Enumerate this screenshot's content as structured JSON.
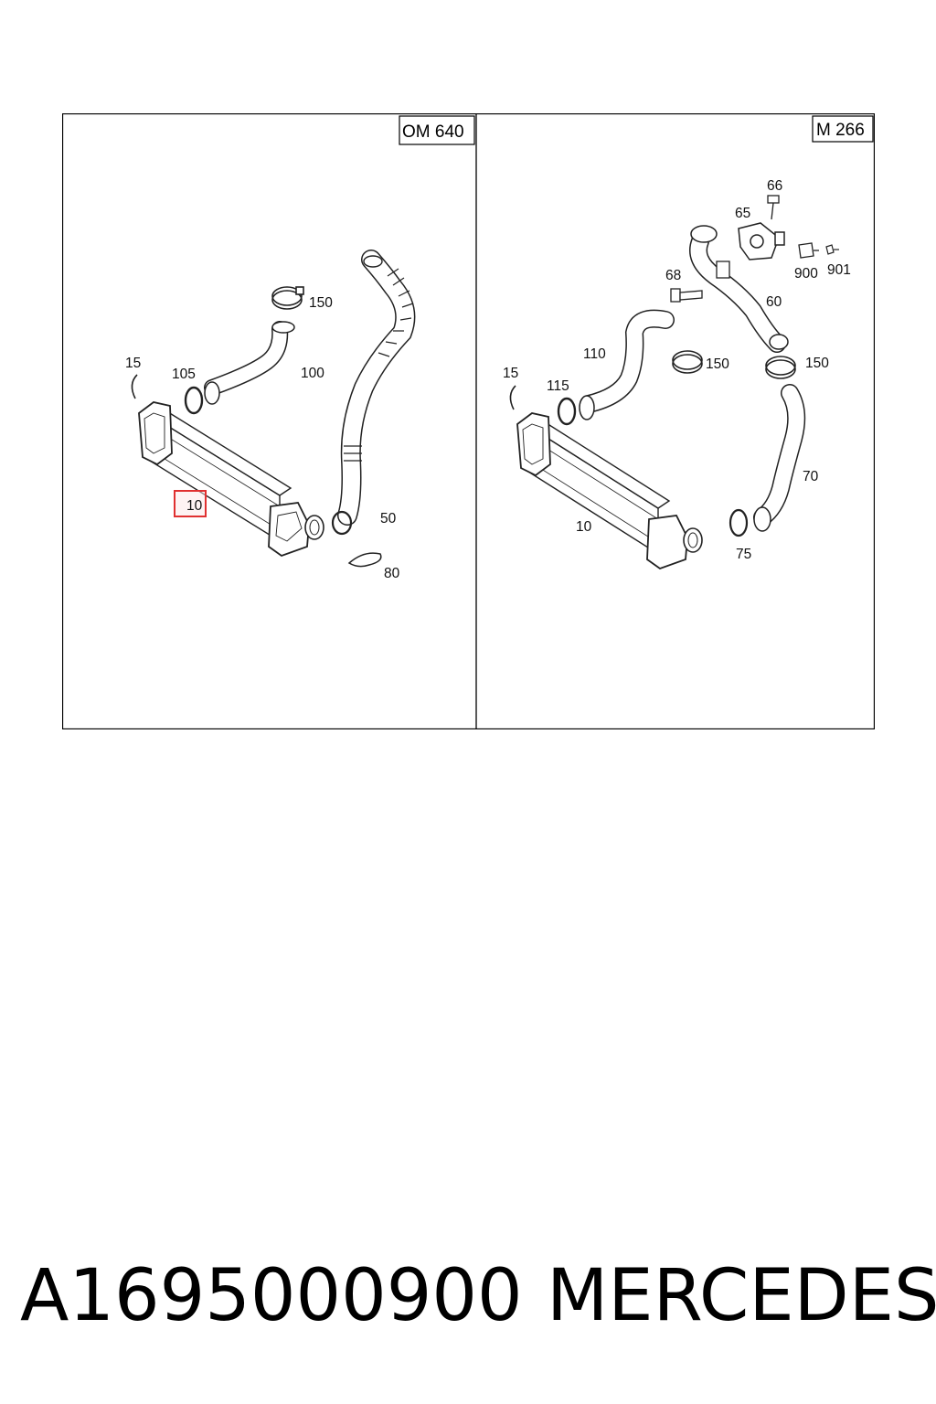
{
  "diagram": {
    "left_panel": {
      "engine_label": "OM 640",
      "callouts": {
        "c15": "15",
        "c105": "105",
        "c150": "150",
        "c100": "100",
        "c10": "10",
        "c50": "50",
        "c80": "80"
      },
      "highlighted_callout": "10",
      "highlight_color": "#e03030"
    },
    "right_panel": {
      "engine_label": "M 266",
      "callouts": {
        "c66": "66",
        "c65": "65",
        "c68": "68",
        "c900": "900",
        "c901": "901",
        "c60": "60",
        "c110": "110",
        "c150a": "150",
        "c150b": "150",
        "c15": "15",
        "c115": "115",
        "c70": "70",
        "c10": "10",
        "c75": "75"
      }
    }
  },
  "caption": {
    "part_number": "A1695000900",
    "brand": "MERCEDES"
  }
}
